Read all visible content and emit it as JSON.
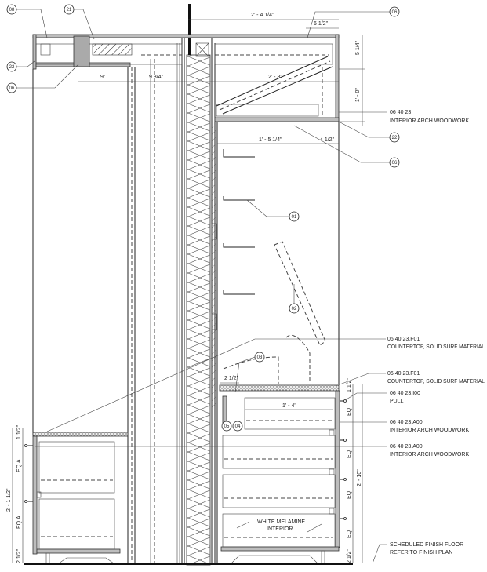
{
  "callouts": {
    "c08_top": "08",
    "c21": "21",
    "c22_left": "22",
    "c06_left": "06",
    "c06_top_right": "06",
    "c22_right": "22",
    "c06_right": "06",
    "c01": "01",
    "c02": "02",
    "c03": "03",
    "c05": "05",
    "c04": "04"
  },
  "dimensions": {
    "top_width": "2' - 4 1/4\"",
    "top_offset": "6 1/2\"",
    "upper_h1": "5 1/4\"",
    "upper_h2": "1' - 0\"",
    "left_9": "9\"",
    "left_9_3_4": "9 3/4\"",
    "mid_2_8": "2' - 8\"",
    "shelf_1_5_1_4": "1' - 5 1/4\"",
    "shelf_4_1_2": "4 1/2\"",
    "counter_2_1_2": "2 1/2\"",
    "drawer_1_4": "1' - 4\"",
    "right_1_1_2": "1 1/2\"",
    "right_eq": [
      "EQ",
      "EQ",
      "EQ",
      "EQ"
    ],
    "right_total": "2' - 10\"",
    "right_base": "2 1/2\"",
    "left_1_1_2": "1 1/2\"",
    "left_eqa": [
      "EQ.A",
      "EQ.A"
    ],
    "left_total": "2' - 1 1/2\"",
    "left_base": "2 1/2\""
  },
  "notes": [
    {
      "code": "06 40 23",
      "desc": "INTERIOR ARCH WOODWORK"
    },
    {
      "code": "06 40 23.F01",
      "desc": "COUNTERTOP, SOLID SURF MATERIAL"
    },
    {
      "code": "06 40 23.F01",
      "desc": "COUNTERTOP, SOLID SURF MATERIAL"
    },
    {
      "code": "06 40 23.I00",
      "desc": "PULL"
    },
    {
      "code": "06 40 23.A00",
      "desc": "INTERIOR ARCH WOODWORK"
    },
    {
      "code": "06 40 23.A00",
      "desc": "INTERIOR ARCH WOODWORK"
    },
    {
      "code": "SCHEDULED FINISH FLOOR",
      "desc": "REFER TO FINISH PLAN"
    }
  ],
  "interior_note": [
    "WHITE MELAMINE",
    "INTERIOR"
  ]
}
